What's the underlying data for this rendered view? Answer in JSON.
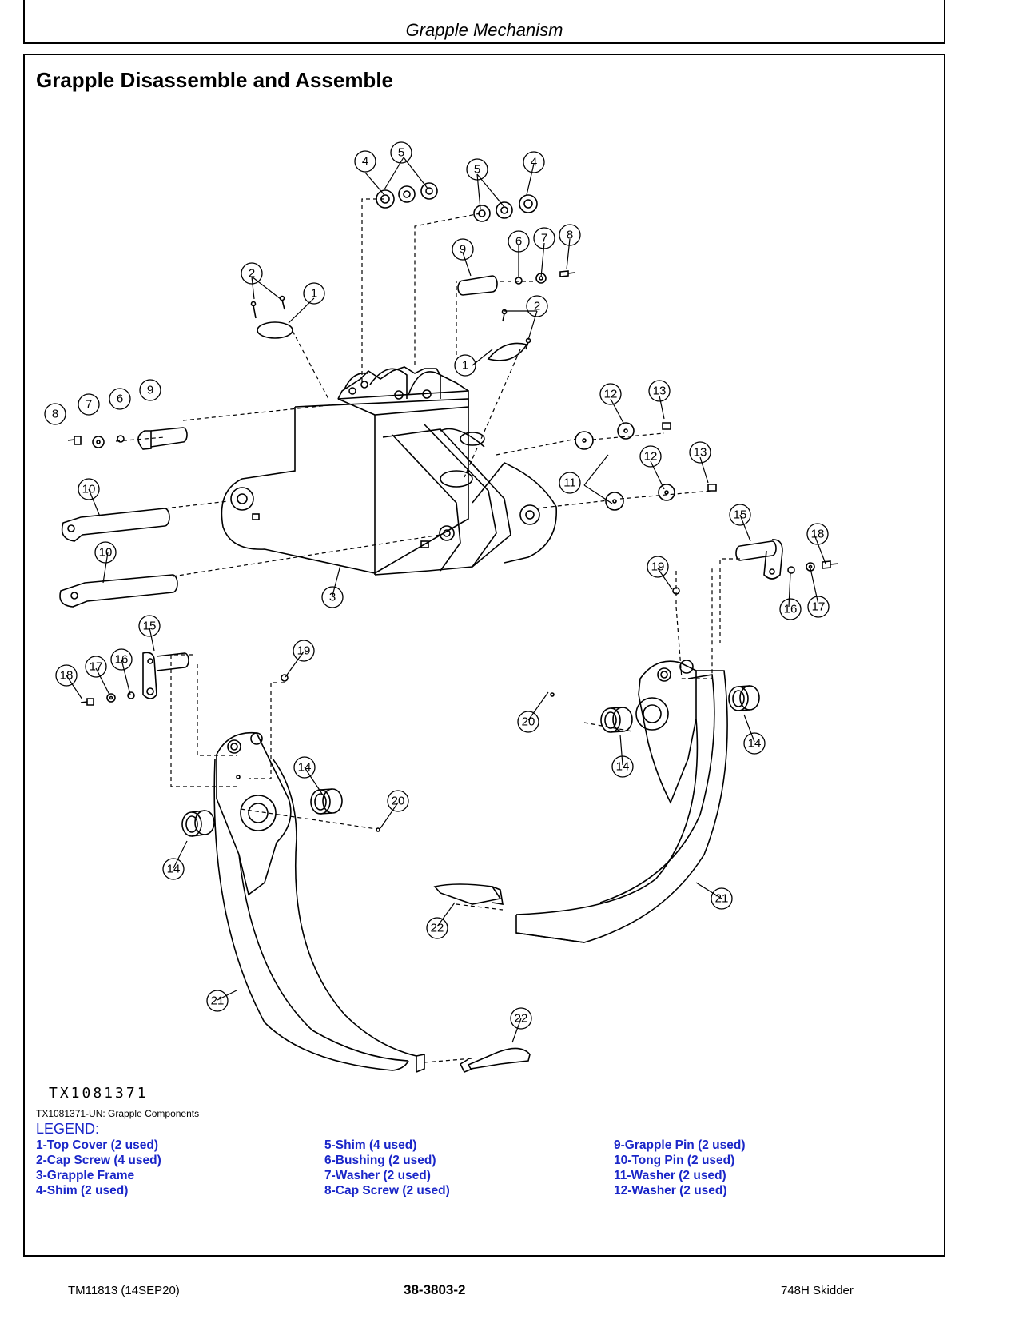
{
  "header": {
    "title": "Grapple Mechanism"
  },
  "section": {
    "title": "Grapple Disassemble and Assemble"
  },
  "figure": {
    "id": "TX1081371",
    "caption": "TX1081371-UN: Grapple Components",
    "callouts": {
      "n1": "1",
      "n2": "2",
      "n3": "3",
      "n4": "4",
      "n5": "5",
      "n6": "6",
      "n7": "7",
      "n8": "8",
      "n9": "9",
      "n10": "10",
      "n11": "11",
      "n12": "12",
      "n13": "13",
      "n14": "14",
      "n15": "15",
      "n16": "16",
      "n17": "17",
      "n18": "18",
      "n19": "19",
      "n20": "20",
      "n21": "21",
      "n22": "22"
    }
  },
  "legend": {
    "title": "LEGEND:",
    "col1": [
      "1-Top Cover (2 used)",
      "2-Cap Screw (4 used)",
      "3-Grapple Frame",
      "4-Shim (2 used)"
    ],
    "col2": [
      "5-Shim (4 used)",
      "6-Bushing (2 used)",
      "7-Washer (2 used)",
      "8-Cap Screw (2 used)"
    ],
    "col3": [
      "9-Grapple Pin (2 used)",
      "10-Tong Pin (2 used)",
      "11-Washer (2 used)",
      "12-Washer (2 used)"
    ]
  },
  "footer": {
    "left": "TM11813 (14SEP20)",
    "center": "38-3803-2",
    "right": "748H Skidder"
  }
}
